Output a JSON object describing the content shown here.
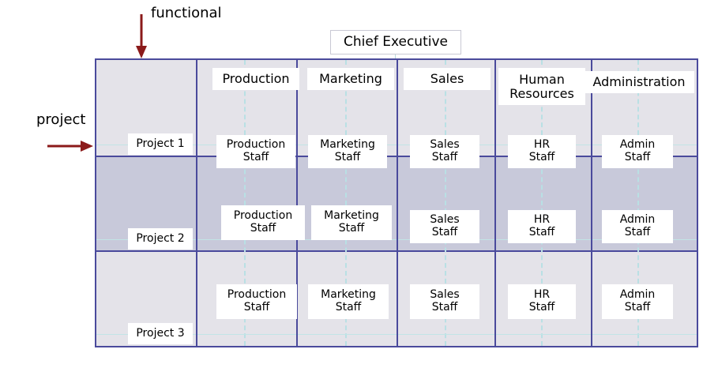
{
  "diagram": {
    "title_node": "Chief Executive",
    "axis_labels": {
      "functional": "functional",
      "project": "project"
    },
    "colors": {
      "grid_border": "#4a4a9c",
      "row_light": "#e4e3e9",
      "row_dark": "#c8c9da",
      "connector_dashed": "#b9e0e4",
      "connector_solid": "#c2e4e6",
      "arrow": "#8b1a1a",
      "node_fill": "#ffffff",
      "text": "#000000"
    },
    "functional_columns": [
      {
        "label": "Production",
        "staff": "Production\nStaff"
      },
      {
        "label": "Marketing",
        "staff": "Marketing\nStaff"
      },
      {
        "label": "Sales",
        "staff": "Sales\nStaff"
      },
      {
        "label": "Human\nResources",
        "staff": "HR\nStaff"
      },
      {
        "label": "Administration",
        "staff": "Admin\nStaff"
      }
    ],
    "project_rows": [
      {
        "label": "Project 1"
      },
      {
        "label": "Project 2"
      },
      {
        "label": "Project 3"
      }
    ],
    "staff_matrix": [
      [
        "Production\nStaff",
        "Marketing\nStaff",
        "Sales\nStaff",
        "HR\nStaff",
        "Admin\nStaff"
      ],
      [
        "Production\nStaff",
        "Marketing\nStaff",
        "Sales\nStaff",
        "HR\nStaff",
        "Admin\nStaff"
      ],
      [
        "Production\nStaff",
        "Marketing\nStaff",
        "Sales\nStaff",
        "HR\nStaff",
        "Admin\nStaff"
      ]
    ]
  }
}
